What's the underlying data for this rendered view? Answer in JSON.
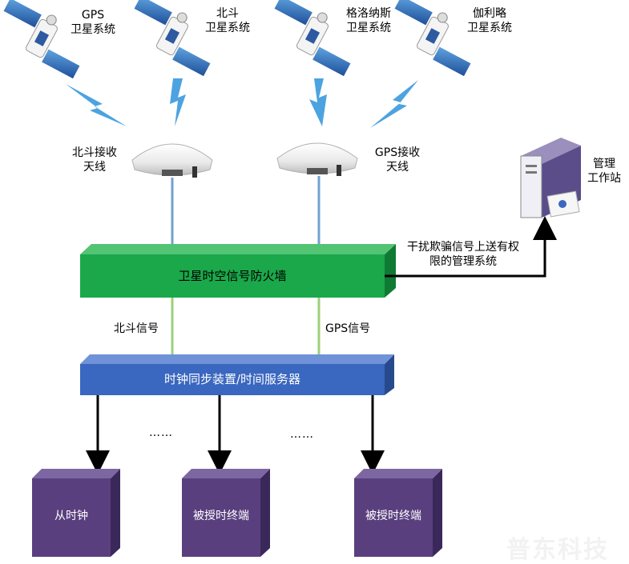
{
  "satellites": [
    {
      "id": "gps",
      "label_line1": "GPS",
      "label_line2": "卫星系统"
    },
    {
      "id": "beidou",
      "label_line1": "北斗",
      "label_line2": "卫星系统"
    },
    {
      "id": "glonass",
      "label_line1": "格洛纳斯",
      "label_line2": "卫星系统"
    },
    {
      "id": "galileo",
      "label_line1": "伽利略",
      "label_line2": "卫星系统"
    }
  ],
  "antennas": [
    {
      "id": "beidou",
      "label_line1": "北斗接收",
      "label_line2": "天线"
    },
    {
      "id": "gps",
      "label_line1": "GPS接收",
      "label_line2": "天线"
    }
  ],
  "workstation": {
    "label_line1": "管理",
    "label_line2": "工作站"
  },
  "firewall": {
    "label": "卫星时空信号防火墙"
  },
  "report_note": {
    "line1": "干扰欺骗信号上送有权",
    "line2": "限的管理系统"
  },
  "signals": {
    "beidou": "北斗信号",
    "gps": "GPS信号"
  },
  "server": {
    "label": "时钟同步装置/时间服务器"
  },
  "ellipsis": "……",
  "terminals": [
    {
      "label": "从时钟"
    },
    {
      "label": "被授时终端"
    },
    {
      "label": "被授时终端"
    }
  ],
  "watermark": "普东科技",
  "colors": {
    "firewall": "#1aa84a",
    "server": "#3a67bf",
    "terminal": "#5a3f7e",
    "antenna_line": "#6fa2cf",
    "signal_line": "#9bd07a",
    "bolt": "#4da3e0"
  }
}
